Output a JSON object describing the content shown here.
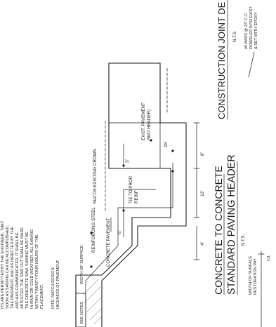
{
  "notes": {
    "lines": [
      "ITS ARE PERMITTED BY THE ENGINEER, THEY",
      "SOON AS SAWING CAN BE ACCOMPLISHED,",
      "THE PAVEMENT, AND AS DIRECTED BY THE",
      "AND HAS COMMUNICATED. IT SHALL BE",
      "APPLETED. THE SAW CUT SHALL BE MADE",
      "THE CONCRETE SAW. SAWING MUST BE",
      "IN RAIN OR COLD WEATHER. ALL SAWING",
      "WITHIN TWENTY-FOUR HOURS OF THE",
      "PLACEMENT."
    ],
    "design_note_1": "IOTE: MATCH DESIGN",
    "design_note_2": "HICKNESS OF PAVEMENT",
    "see_notes": "SEE NOTES"
  },
  "header_detail": {
    "match_existing_crown": "MATCH EXISTING CROWN",
    "existing_pavement_1": "EXIST. PAVEMENT",
    "existing_pavement_2": "(W/O HEADER)",
    "reinforcing_steel": "REINFORCING STEEL",
    "concrete_pavement": "CONCRETE PAVEMENT",
    "tie_to_prop_1": "TIE TO PROP.",
    "tie_to_prop_2": "REINF",
    "dim_15": "15'",
    "dim_8": "8'",
    "dim_12": "12'",
    "dim_4": "4'",
    "dim_half": "½'",
    "dim_3": "3'",
    "title_line_1": "CONCRETE TO CONCRETE",
    "title_line_2": "STANDARD PAVING HEADER",
    "nts": "N.T.S."
  },
  "construction_joint": {
    "title": "CONSTRUCTION JOINT DE",
    "nts": "N.T.S.",
    "bars_1": "#5 BARS @ 24\" C-C",
    "bars_2": "DOWELED INTO EXIST",
    "bars_3": "& SET WITH EPOXY"
  },
  "restoration": {
    "width_surface_1": "WIDTH OF SURFACE",
    "width_surface_2": "RESTORATION PAY",
    "width_surface_bottom": "WIDTH OF SURFACE",
    "c_l": "C/L"
  }
}
